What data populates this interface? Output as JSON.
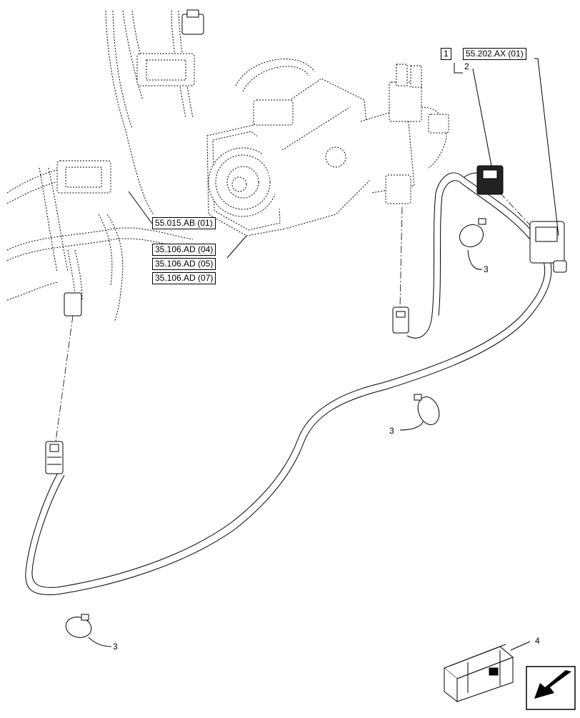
{
  "references": {
    "ref_55015": "55.015.AB (01)",
    "ref_35106_04": "35.106.AD (04)",
    "ref_35106_05": "35.106.AD (05)",
    "ref_35106_07": "35.106.AD (07)",
    "ref_55202": "55.202.AX (01)"
  },
  "callouts": {
    "item_1": "1",
    "item_2": "2",
    "item_3a": "3",
    "item_3b": "3",
    "item_3c": "3",
    "item_4": "4"
  },
  "icons": {
    "kit_box": "crate-icon",
    "navigation": "arrow-left-down-icon"
  }
}
